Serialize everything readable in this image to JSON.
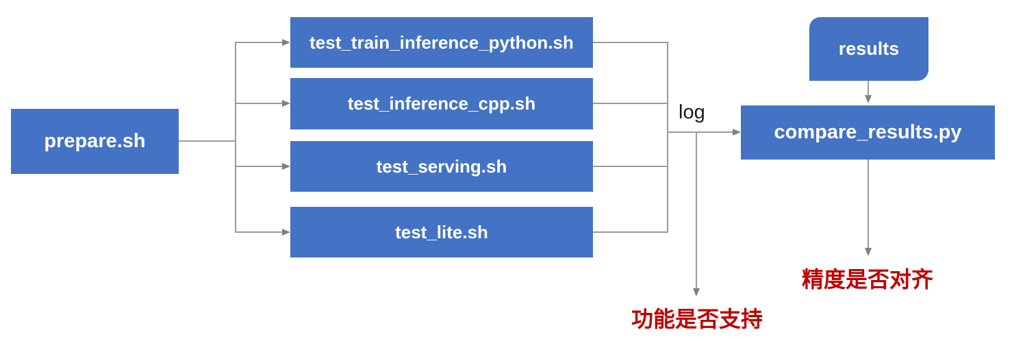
{
  "nodes": {
    "prepare": {
      "label": "prepare.sh"
    },
    "test_train_inference_python": {
      "label": "test_train_inference_python.sh"
    },
    "test_inference_cpp": {
      "label": "test_inference_cpp.sh"
    },
    "test_serving": {
      "label": "test_serving.sh"
    },
    "test_lite": {
      "label": "test_lite.sh"
    },
    "compare_results": {
      "label": "compare_results.py"
    },
    "results": {
      "label": "results"
    }
  },
  "edges": {
    "log_label": "log"
  },
  "annotations": {
    "function_support": "功能是否支持",
    "precision_alignment": "精度是否对齐"
  },
  "colors": {
    "node_fill": "#4472C4",
    "node_text": "#FFFFFF",
    "connector": "#9A9A9A",
    "arrowhead": "#7F7F7F",
    "annotation": "#C00000",
    "edge_label": "#1A1A1A",
    "background": "#FFFFFF"
  }
}
